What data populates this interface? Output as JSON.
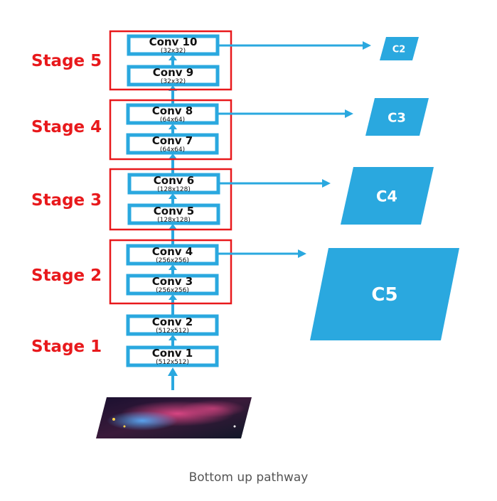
{
  "stages": [
    {
      "label": "Stage 5"
    },
    {
      "label": "Stage 4"
    },
    {
      "label": "Stage 3"
    },
    {
      "label": "Stage 2"
    },
    {
      "label": "Stage 1"
    }
  ],
  "conv_blocks": [
    {
      "name": "Conv 10",
      "size": "(32x32)"
    },
    {
      "name": "Conv 9",
      "size": "(32x32)"
    },
    {
      "name": "Conv 8",
      "size": "(64x64)"
    },
    {
      "name": "Conv 7",
      "size": "(64x64)"
    },
    {
      "name": "Conv 6",
      "size": "(128x128)"
    },
    {
      "name": "Conv 5",
      "size": "(128x128)"
    },
    {
      "name": "Conv 4",
      "size": "(256x256)"
    },
    {
      "name": "Conv 3",
      "size": "(256x256)"
    },
    {
      "name": "Conv 2",
      "size": "(512x512)"
    },
    {
      "name": "Conv 1",
      "size": "(512x512)"
    }
  ],
  "outputs": [
    {
      "label": "C2"
    },
    {
      "label": "C3"
    },
    {
      "label": "C4"
    },
    {
      "label": "C5"
    }
  ],
  "caption": "Bottom up pathway",
  "colors": {
    "accent": "#2aa8df",
    "stage": "#e8191c",
    "caption": "#555555"
  }
}
